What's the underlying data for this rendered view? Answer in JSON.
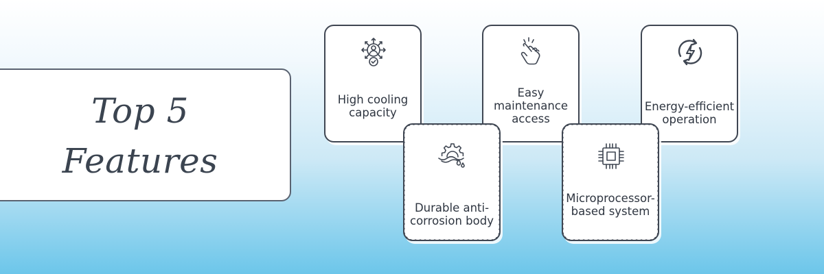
{
  "title": {
    "line1": "Top 5",
    "line2": "Features"
  },
  "features": [
    {
      "label": "High cooling capacity",
      "icon": "cooling-gear-icon"
    },
    {
      "label": "Easy maintenance access",
      "icon": "hand-tap-icon"
    },
    {
      "label": "Energy-efficient operation",
      "icon": "energy-cycle-icon"
    },
    {
      "label": "Durable anti-corrosion body",
      "icon": "corrosion-gear-icon"
    },
    {
      "label": "Microprocessor-based system",
      "icon": "microchip-icon"
    }
  ],
  "colors": {
    "border": "#3f4652",
    "text": "#2e3540",
    "gradient_bottom": "#6cc6ea"
  }
}
